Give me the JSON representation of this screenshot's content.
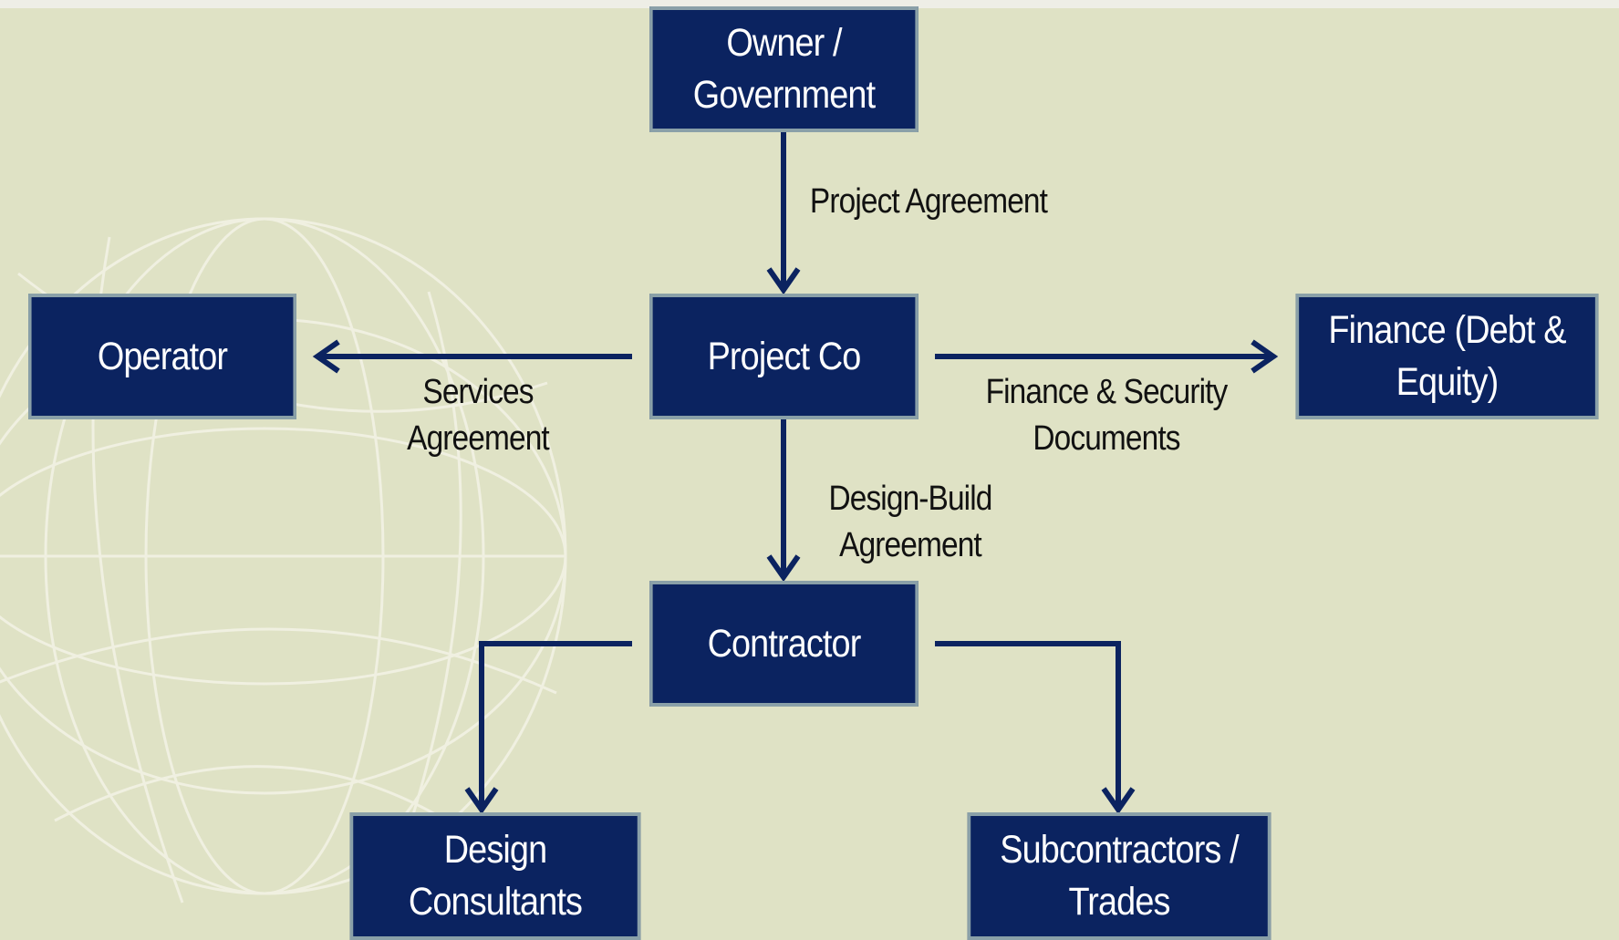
{
  "diagram": {
    "nodes": {
      "owner": "Owner /\nGovernment",
      "project_co": "Project Co",
      "operator": "Operator",
      "finance": "Finance (Debt &\nEquity)",
      "contractor": "Contractor",
      "design_consultants": "Design\nConsultants",
      "subcontractors": "Subcontractors /\nTrades"
    },
    "edge_labels": {
      "project_agreement": "Project Agreement",
      "services_agreement": "Services\nAgreement",
      "finance_security": "Finance & Security\nDocuments",
      "design_build": "Design-Build\nAgreement"
    },
    "colors": {
      "box_fill": "#0b2360",
      "box_border": "#8aa0a8",
      "arrow": "#0b2360",
      "background": "#dfe2c5"
    }
  }
}
